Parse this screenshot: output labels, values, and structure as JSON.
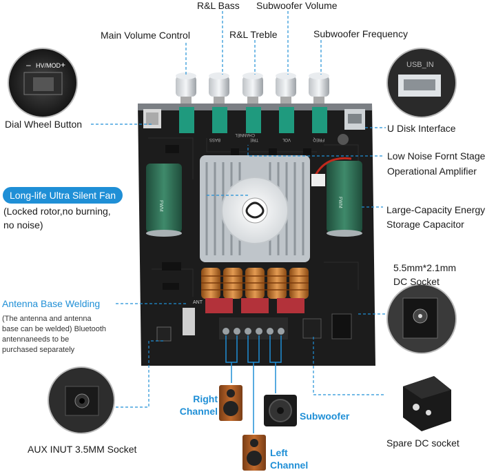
{
  "labels": {
    "rl_bass": "R&L Bass",
    "subwoofer_volume": "Subwoofer Volume",
    "main_volume": "Main Volume Control",
    "rl_treble": "R&L Treble",
    "subwoofer_frequency": "Subwoofer Frequency",
    "dial_wheel": "Dial Wheel Button",
    "u_disk": "U Disk Interface",
    "opamp_line1": "Low Noise Fornt Stage",
    "opamp_line2": "Operational Amplifier",
    "fan": "Long-life Ultra Silent Fan",
    "fan_note_line1": "(Locked rotor,no burning,",
    "fan_note_line2": "no noise)",
    "capacitor_line1": "Large-Capacity Energy",
    "capacitor_line2": "Storage Capacitor",
    "dc_line1": "5.5mm*2.1mm",
    "dc_line2": "DC Socket",
    "antenna": "Antenna Base Welding",
    "antenna_note_1": "(The antenna and antenna",
    "antenna_note_2": "base can be welded) Bluetooth",
    "antenna_note_3": "antennaneeds to be",
    "antenna_note_4": "purchased separately",
    "aux": "AUX INUT 3.5MM Socket",
    "spare_dc": "Spare DC socket",
    "right_channel_1": "Right",
    "right_channel_2": "Channel",
    "subwoofer": "Subwoofer",
    "left_channel_1": "Left",
    "left_channel_2": "Channel"
  },
  "board_text": {
    "usb": "USB_IN",
    "hvmod": "HV/MOD",
    "minus": "–",
    "plus": "+",
    "fwm": "FWM",
    "fwm2": "FWM",
    "ant": "ANT",
    "bass": "BASS",
    "treble": "TRE",
    "vol": "VOL",
    "freq": "FREQ",
    "channel": "CHANNEL"
  },
  "colors": {
    "accent": "#1f8fd6",
    "board": "#1c1c1c",
    "capacitor": "#2f6b52",
    "coil": "#c8742a"
  }
}
